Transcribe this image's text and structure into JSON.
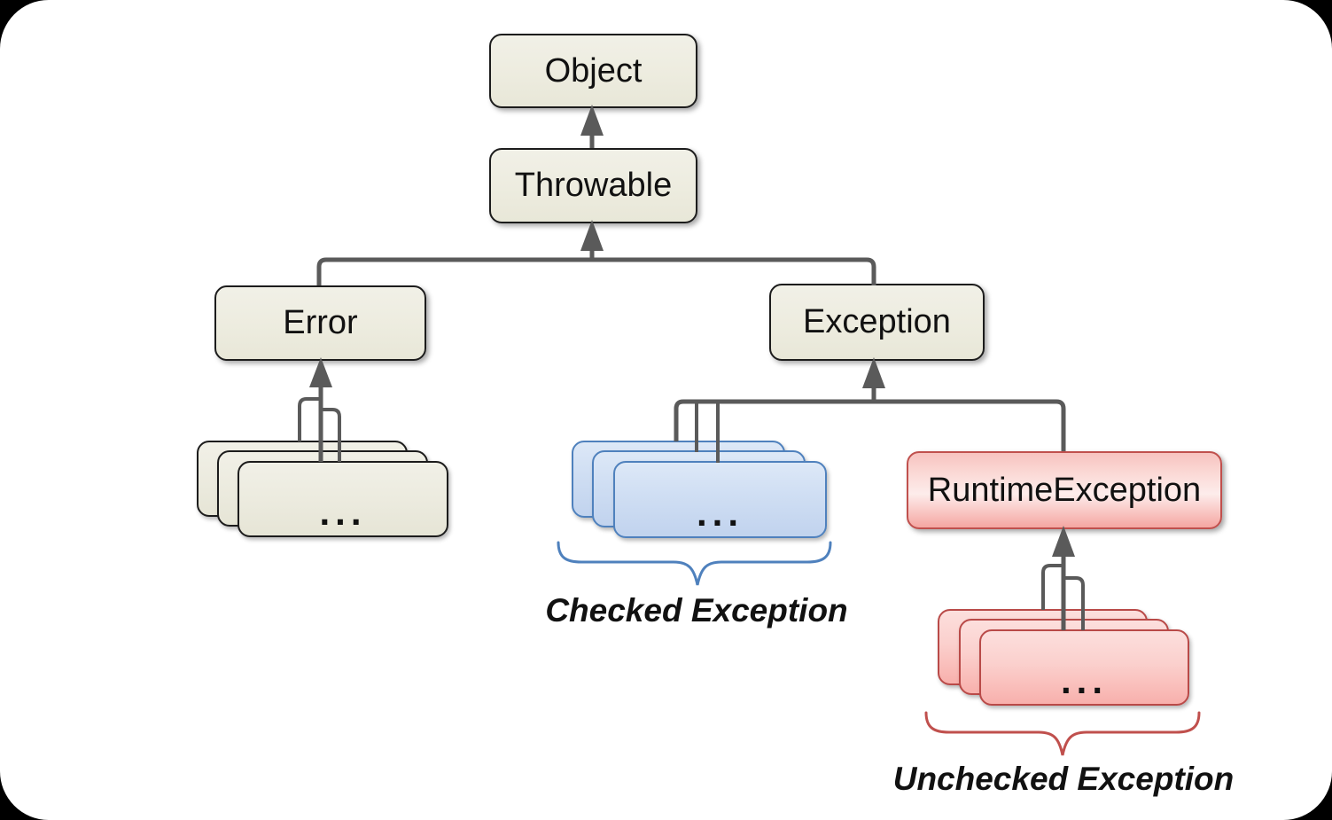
{
  "nodes": {
    "object": {
      "label": "Object"
    },
    "throwable": {
      "label": "Throwable"
    },
    "error": {
      "label": "Error"
    },
    "exception": {
      "label": "Exception"
    },
    "runtime_exception": {
      "label": "RuntimeException"
    }
  },
  "stacks": {
    "error_subclasses": {
      "ellipsis": "..."
    },
    "checked_subclasses": {
      "ellipsis": "..."
    },
    "unchecked_subclasses": {
      "ellipsis": "..."
    }
  },
  "annotations": {
    "checked": {
      "label": "Checked Exception",
      "color": "#4f81bd"
    },
    "unchecked": {
      "label": "Unchecked Exception",
      "color": "#c0504d"
    }
  },
  "colors": {
    "page_background": "#000000",
    "canvas_background": "#ffffff",
    "connector": "#5a5a5a",
    "beige_fill": "#edecdf",
    "beige_border": "#1c1c1c",
    "blue_fill": "#cfdef3",
    "blue_border": "#4f81bd",
    "pink_fill": "#fbd0cd",
    "pink_border": "#b94a48",
    "text": "#111111"
  }
}
